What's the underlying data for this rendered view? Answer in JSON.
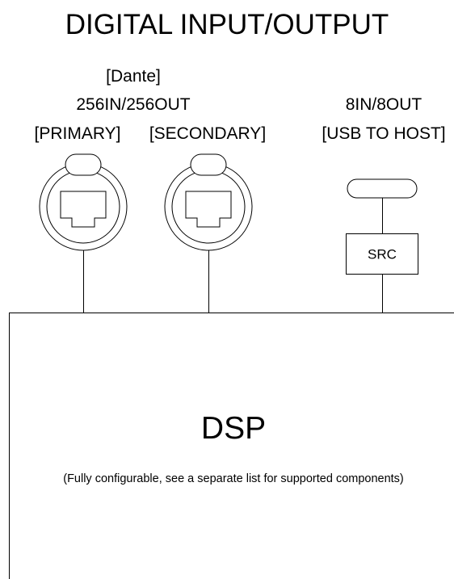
{
  "title": "DIGITAL INPUT/OUTPUT",
  "dante": {
    "protocol": "[Dante]",
    "channels": "256IN/256OUT",
    "primary_label": "[PRIMARY]",
    "secondary_label": "[SECONDARY]",
    "primary_icon": "rj45-ethercon-connector-icon",
    "secondary_icon": "rj45-ethercon-connector-icon"
  },
  "usb": {
    "channels": "8IN/8OUT",
    "label": "[USB TO HOST]",
    "icon": "usb-connector-icon",
    "converter": "SRC"
  },
  "dsp": {
    "title": "DSP",
    "note": "(Fully configurable, see a separate list for supported components)"
  }
}
